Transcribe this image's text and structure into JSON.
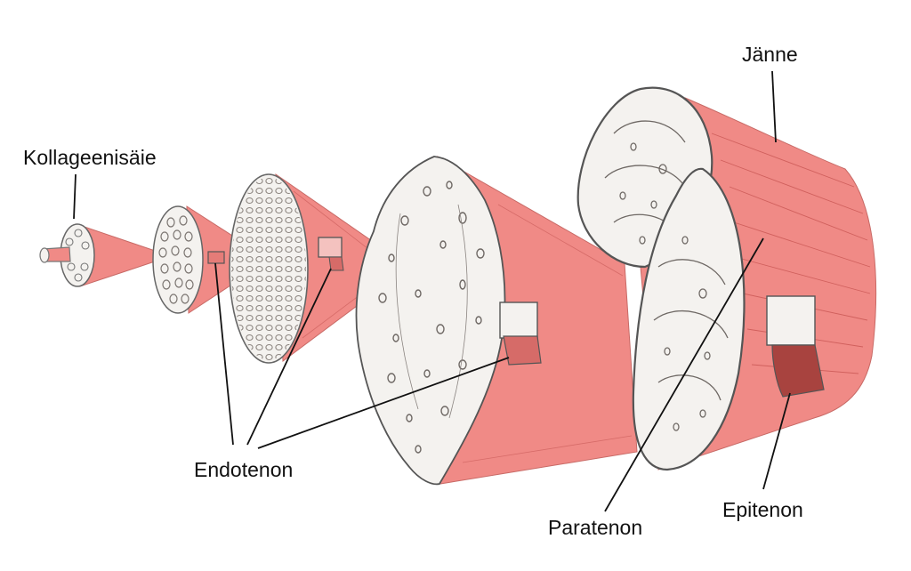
{
  "labels": {
    "collagen_fiber": "Kollageenisäie",
    "tendon": "Jänne",
    "endotenon": "Endotenon",
    "paratenon": "Paratenon",
    "epitenon": "Epitenon"
  },
  "colors": {
    "tissue_pink": "#f08a86",
    "tissue_pink_dark": "#d66b68",
    "face_white": "#f4f2ef",
    "outline": "#555555",
    "leader_line": "#111111"
  }
}
